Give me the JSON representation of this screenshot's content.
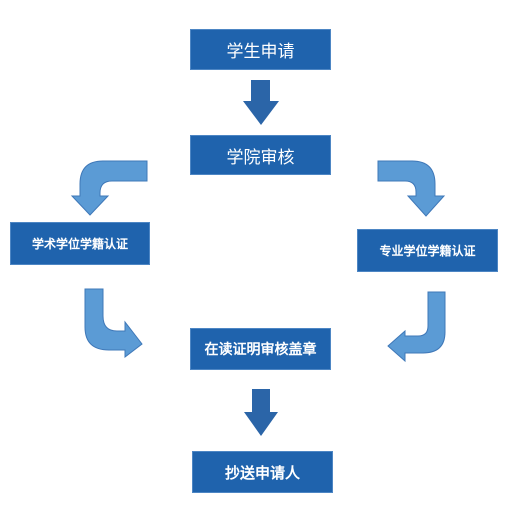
{
  "colors": {
    "node_fill": "#1f63ad",
    "arrow_dark": "#2b65a8",
    "arrow_light": "#5b9bd5",
    "arrow_stroke": "#3f78b8"
  },
  "nodes": {
    "apply": "学生申请",
    "college": "学院审核",
    "academic": "学术学位学籍认证",
    "professional": "专业学位学籍认证",
    "stamp": "在读证明审核盖章",
    "copy": "抄送申请人"
  }
}
